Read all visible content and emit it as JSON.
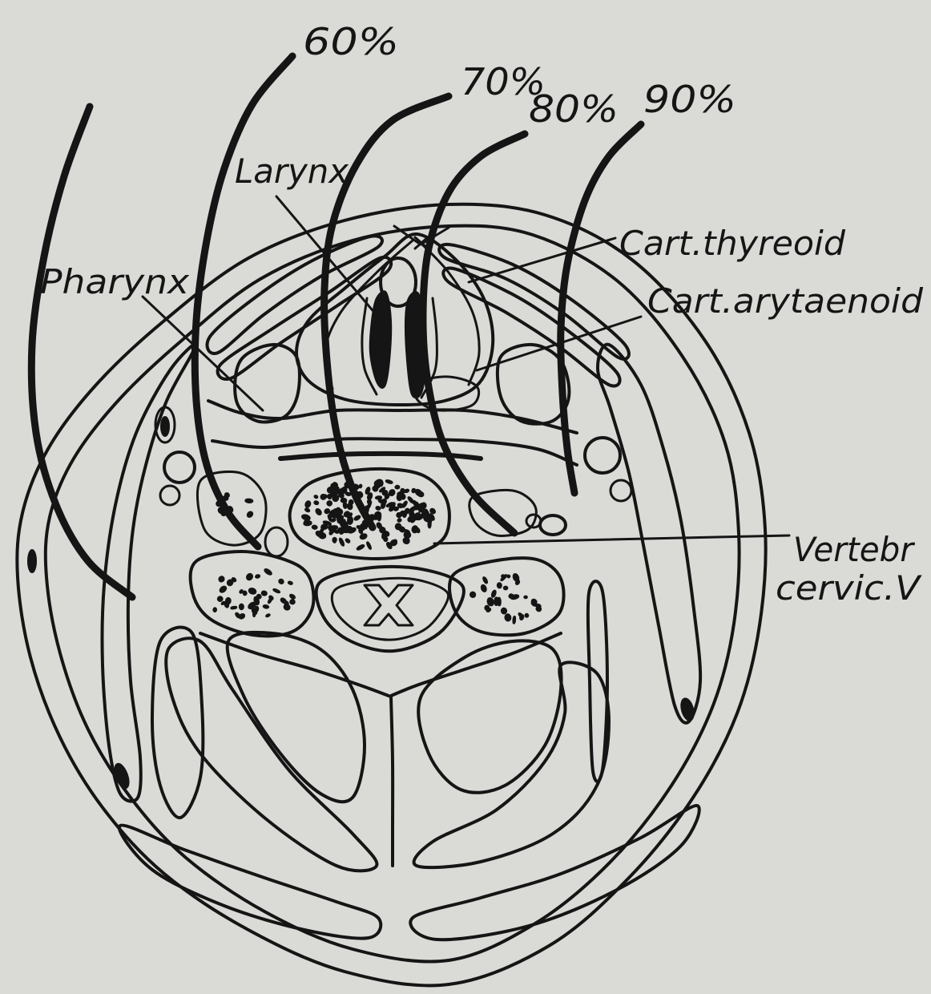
{
  "figure": {
    "isodose_labels": {
      "p60": "60%",
      "p70": "70%",
      "p80": "80%",
      "p90": "90%"
    },
    "structure_labels": {
      "larynx": "Larynx",
      "pharynx": "Pharynx",
      "cart_thyreoid": "Cart.thyreoid",
      "cart_arytaenoid": "Cart.arytaenoid",
      "vertebra_line1": "Vertebr",
      "vertebra_line2": "cervic.V"
    }
  },
  "colors": {
    "paper": "#dadad7",
    "ink": "#151515"
  }
}
